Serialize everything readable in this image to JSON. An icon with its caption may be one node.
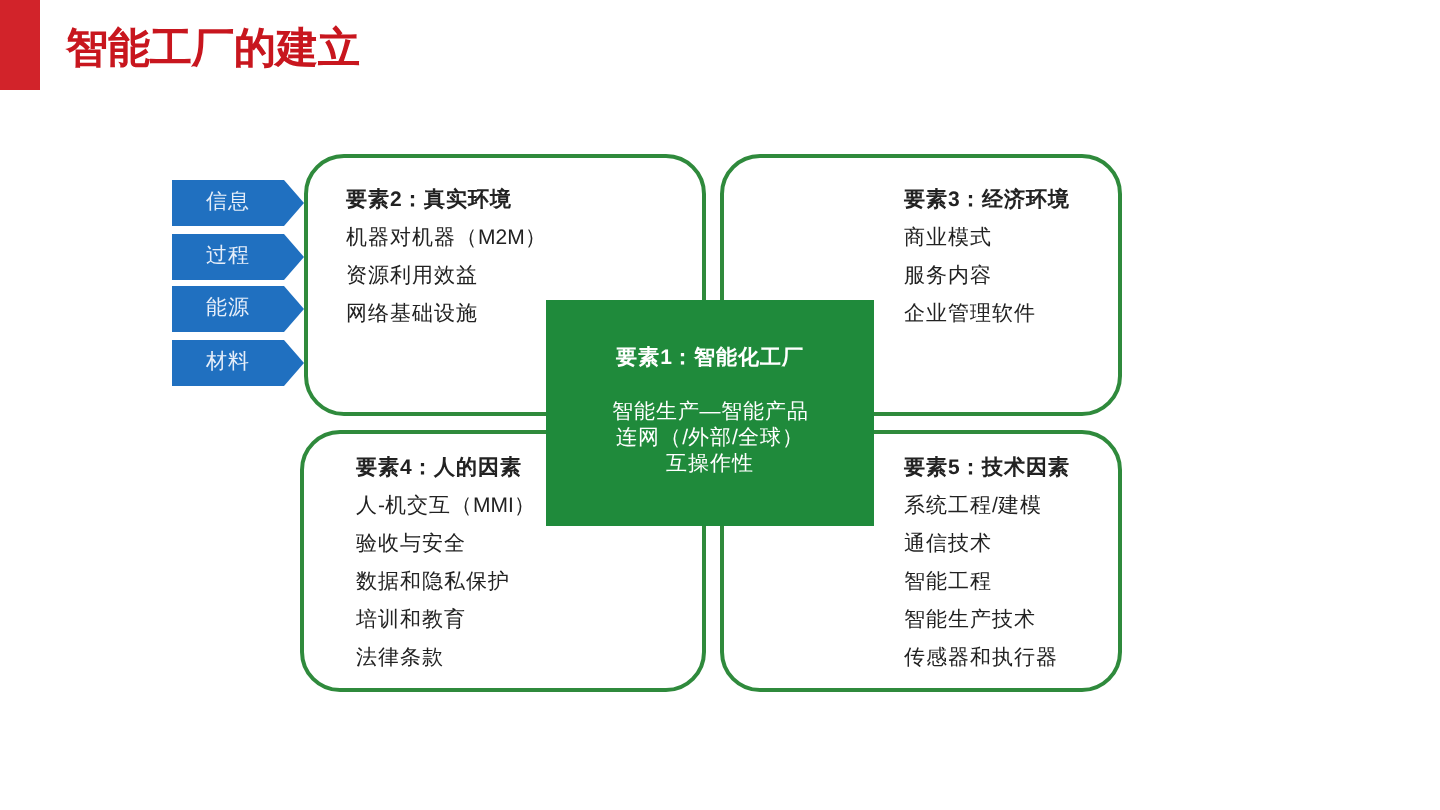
{
  "diagram": {
    "title": "智能工厂的建立",
    "nodes": [
      {
        "text": [
          "信息"
        ]
      },
      {
        "text": [
          "过程"
        ]
      },
      {
        "text": [
          "能源"
        ]
      },
      {
        "text": [
          "材料"
        ]
      },
      {
        "text": [
          "要素2：真实环境",
          "机器对机器（M2M）",
          "资源利用效益",
          "网络基础设施"
        ]
      },
      {
        "text": [
          "要素3：经济环境",
          "商业模式",
          "服务内容",
          "企业管理软件"
        ]
      },
      {
        "text": [
          "要素1：智能化工厂",
          "智能生产—智能产品",
          "连网（/外部/全球）",
          "互操作性"
        ]
      },
      {
        "text": [
          "要素4：人的因素",
          "人-机交互（MMI）",
          "验收与安全",
          "数据和隐私保护",
          "培训和教育",
          "法律条款"
        ]
      },
      {
        "text": [
          "要素5：技术因素",
          "系统工程/建模",
          "通信技术",
          "智能工程",
          "智能生产技术",
          "传感器和执行器"
        ]
      }
    ]
  }
}
